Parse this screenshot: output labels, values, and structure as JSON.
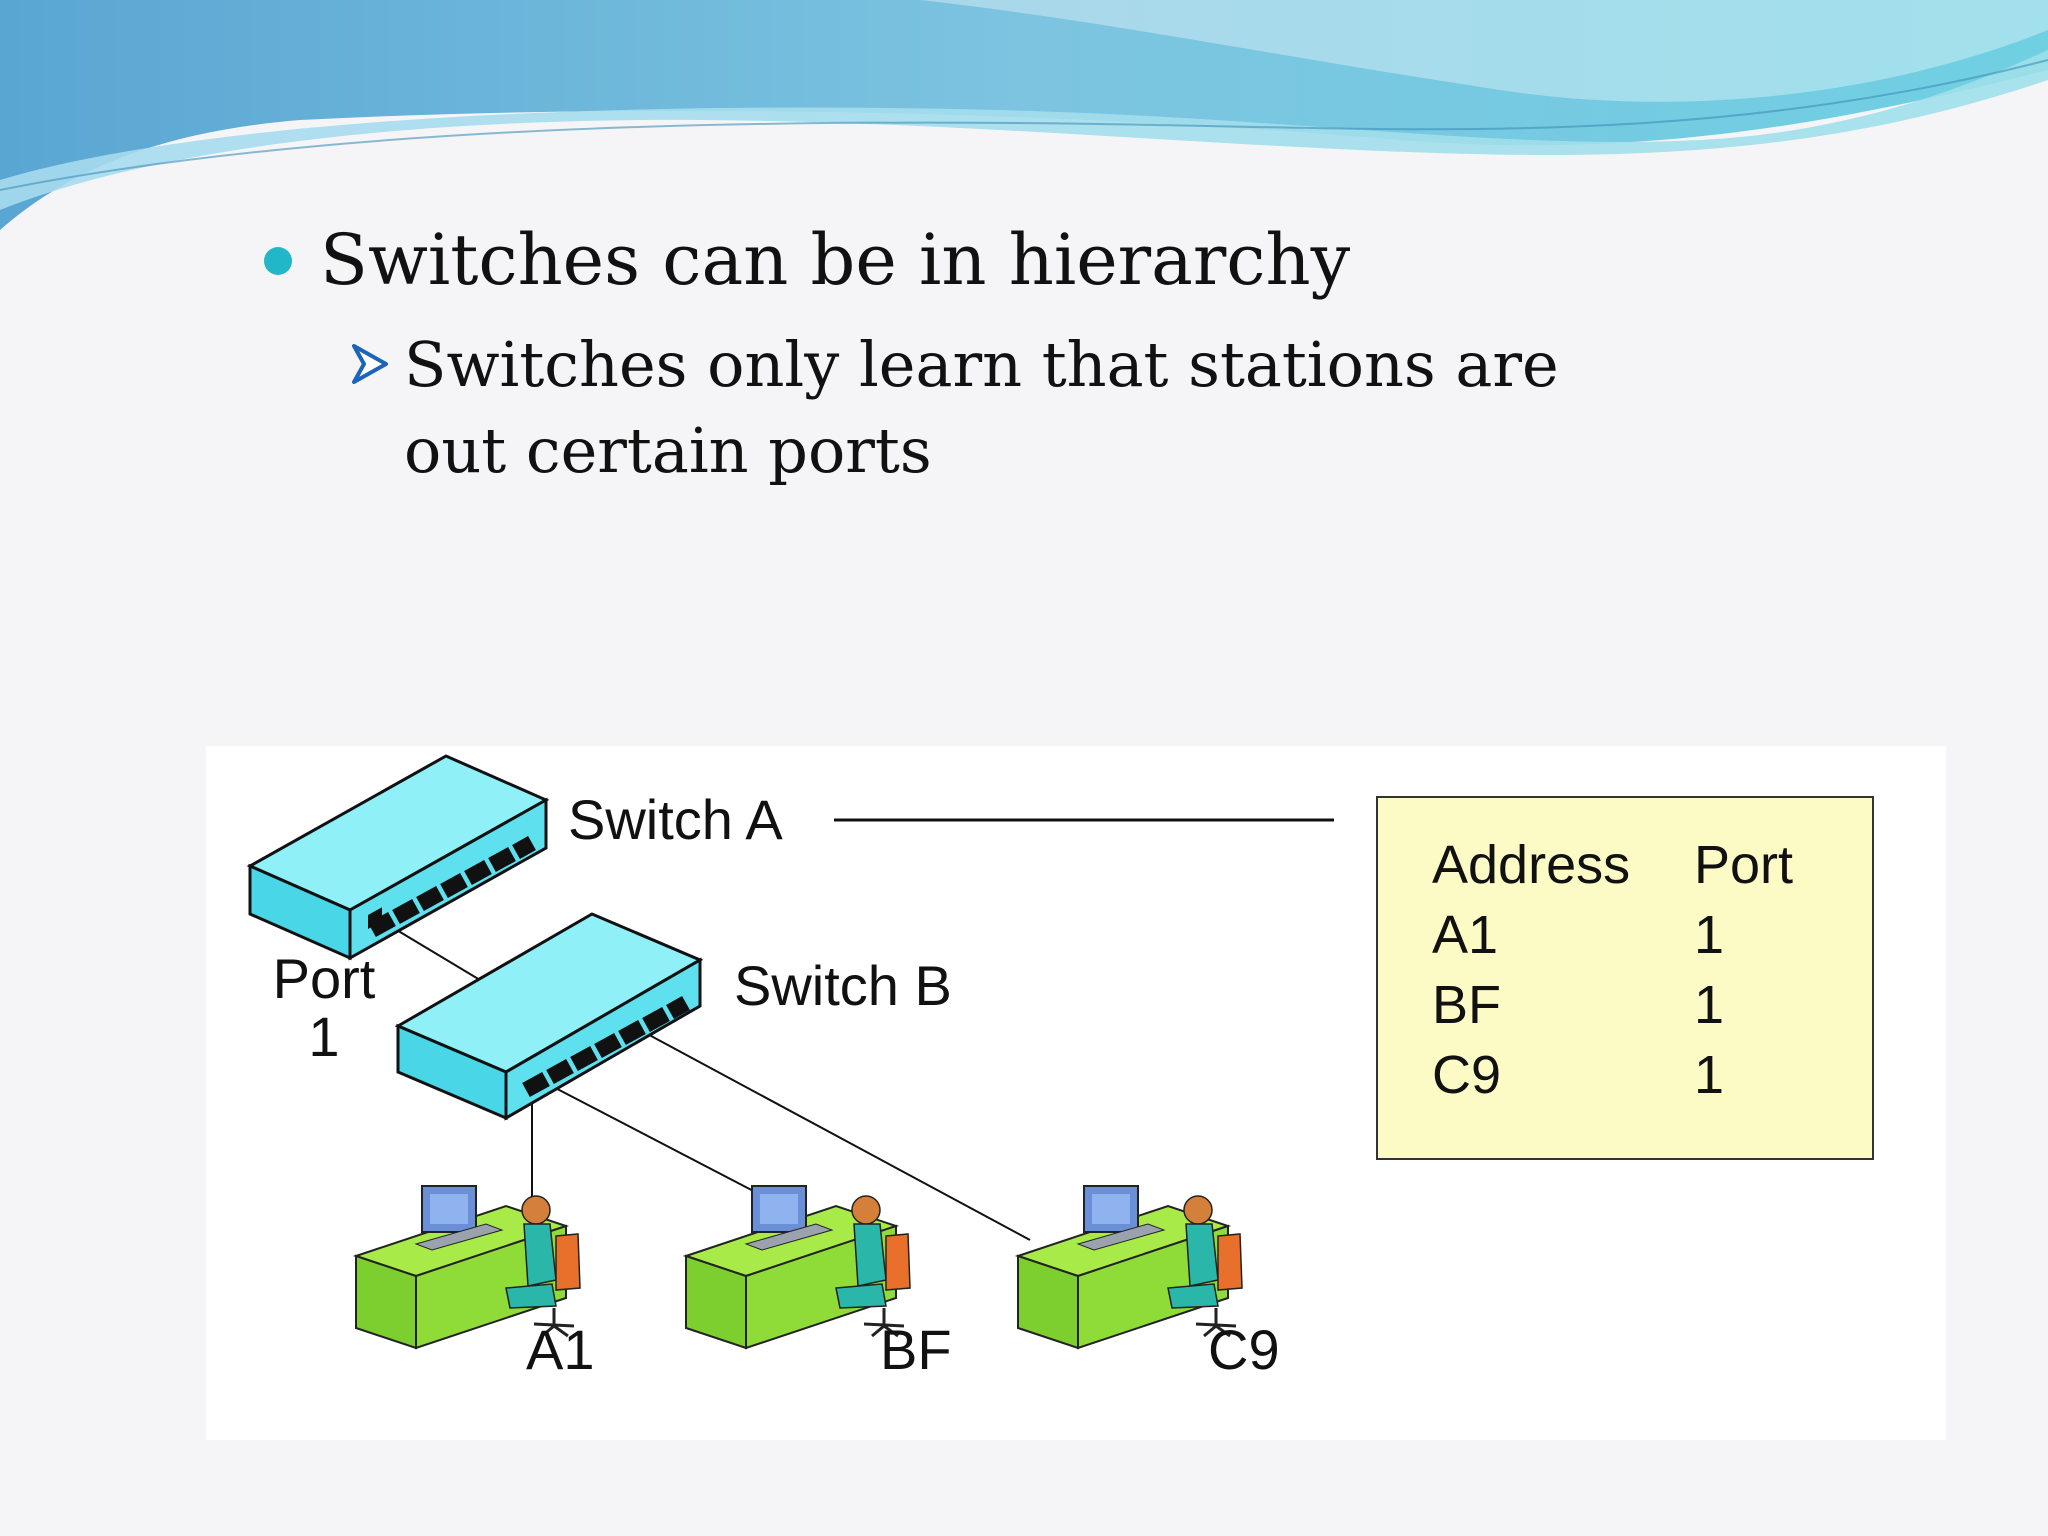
{
  "slide": {
    "bullet_1": "Switches can be in hierarchy",
    "bullet_2": "Switches only learn that stations are out certain ports"
  },
  "diagram": {
    "switch_a_label": "Switch A",
    "switch_b_label": "Switch B",
    "port_label_line1": "Port",
    "port_label_line2": "1",
    "stations": [
      "A1",
      "BF",
      "C9"
    ],
    "table": {
      "headers": [
        "Address",
        "Port"
      ],
      "rows": [
        [
          "A1",
          "1"
        ],
        [
          "BF",
          "1"
        ],
        [
          "C9",
          "1"
        ]
      ]
    }
  },
  "colors": {
    "header_wave": "#5cc3dd",
    "bullet_dot": "#21b7c9",
    "arrow_bullet": "#1b64b9",
    "switch_body": "#6fe3f0",
    "desk": "#8fe23a",
    "table_bg": "#fcfbc6"
  }
}
